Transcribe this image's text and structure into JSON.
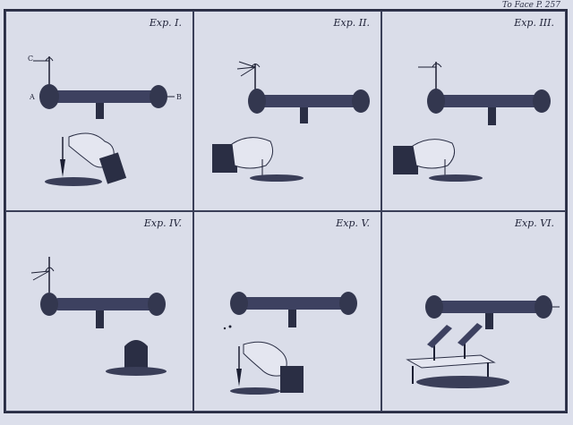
{
  "plate": {
    "corner_caption": "To Face P. 257"
  },
  "experiments": [
    {
      "label": "Exp. I.",
      "letters": {
        "a": "A",
        "b": "B",
        "c": "C"
      }
    },
    {
      "label": "Exp. II."
    },
    {
      "label": "Exp. III."
    },
    {
      "label": "Exp. IV."
    },
    {
      "label": "Exp. V."
    },
    {
      "label": "Exp. VI."
    }
  ],
  "colors": {
    "ink": "#1c1f33",
    "paper": "#dadde9",
    "metal": "#3d4160"
  }
}
